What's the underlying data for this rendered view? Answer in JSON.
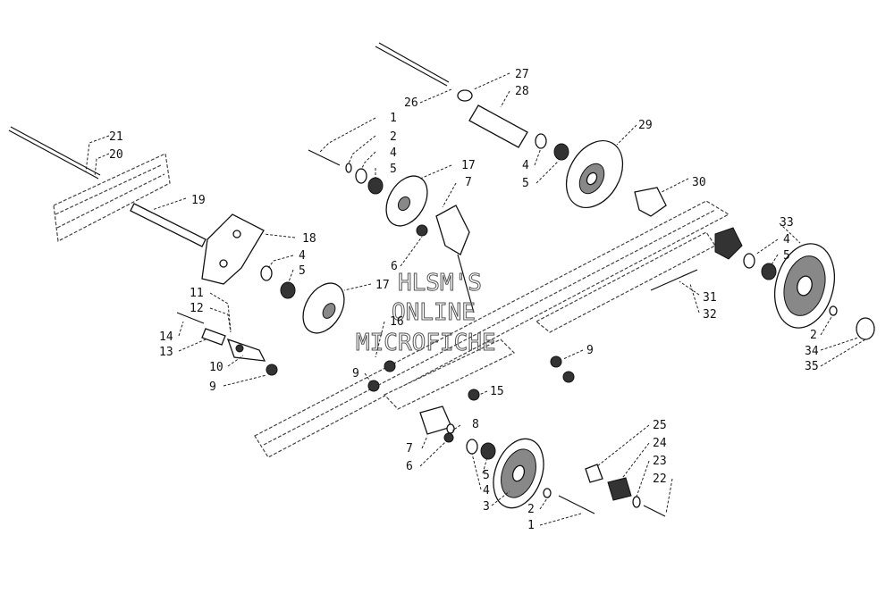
{
  "watermark": [
    "HLSM'S",
    "ONLINE",
    "MICROFICHE"
  ],
  "callouts": {
    "c1a": "1",
    "c2a": "2",
    "c4a": "4",
    "c5a": "5",
    "c17a": "17",
    "c7a": "7",
    "c6a": "6",
    "c21": "21",
    "c20": "20",
    "c19": "19",
    "c18": "18",
    "c4b": "4",
    "c5b": "5",
    "c17b": "17",
    "c11": "11",
    "c12": "12",
    "c14": "14",
    "c13": "13",
    "c10": "10",
    "c9a": "9",
    "c16": "16",
    "c9b": "9",
    "c15": "15",
    "c9c": "9",
    "c26": "26",
    "c27": "27",
    "c28": "28",
    "c29": "29",
    "c4c": "4",
    "c5c": "5",
    "c30": "30",
    "c33": "33",
    "c4d": "4",
    "c5d": "5",
    "c31": "31",
    "c32": "32",
    "c2d": "2",
    "c34": "34",
    "c35": "35",
    "c8": "8",
    "c7b": "7",
    "c6b": "6",
    "c5e": "5",
    "c4e": "4",
    "c3": "3",
    "c2b": "2",
    "c1b": "1",
    "c25": "25",
    "c24": "24",
    "c23": "23",
    "c22": "22"
  }
}
